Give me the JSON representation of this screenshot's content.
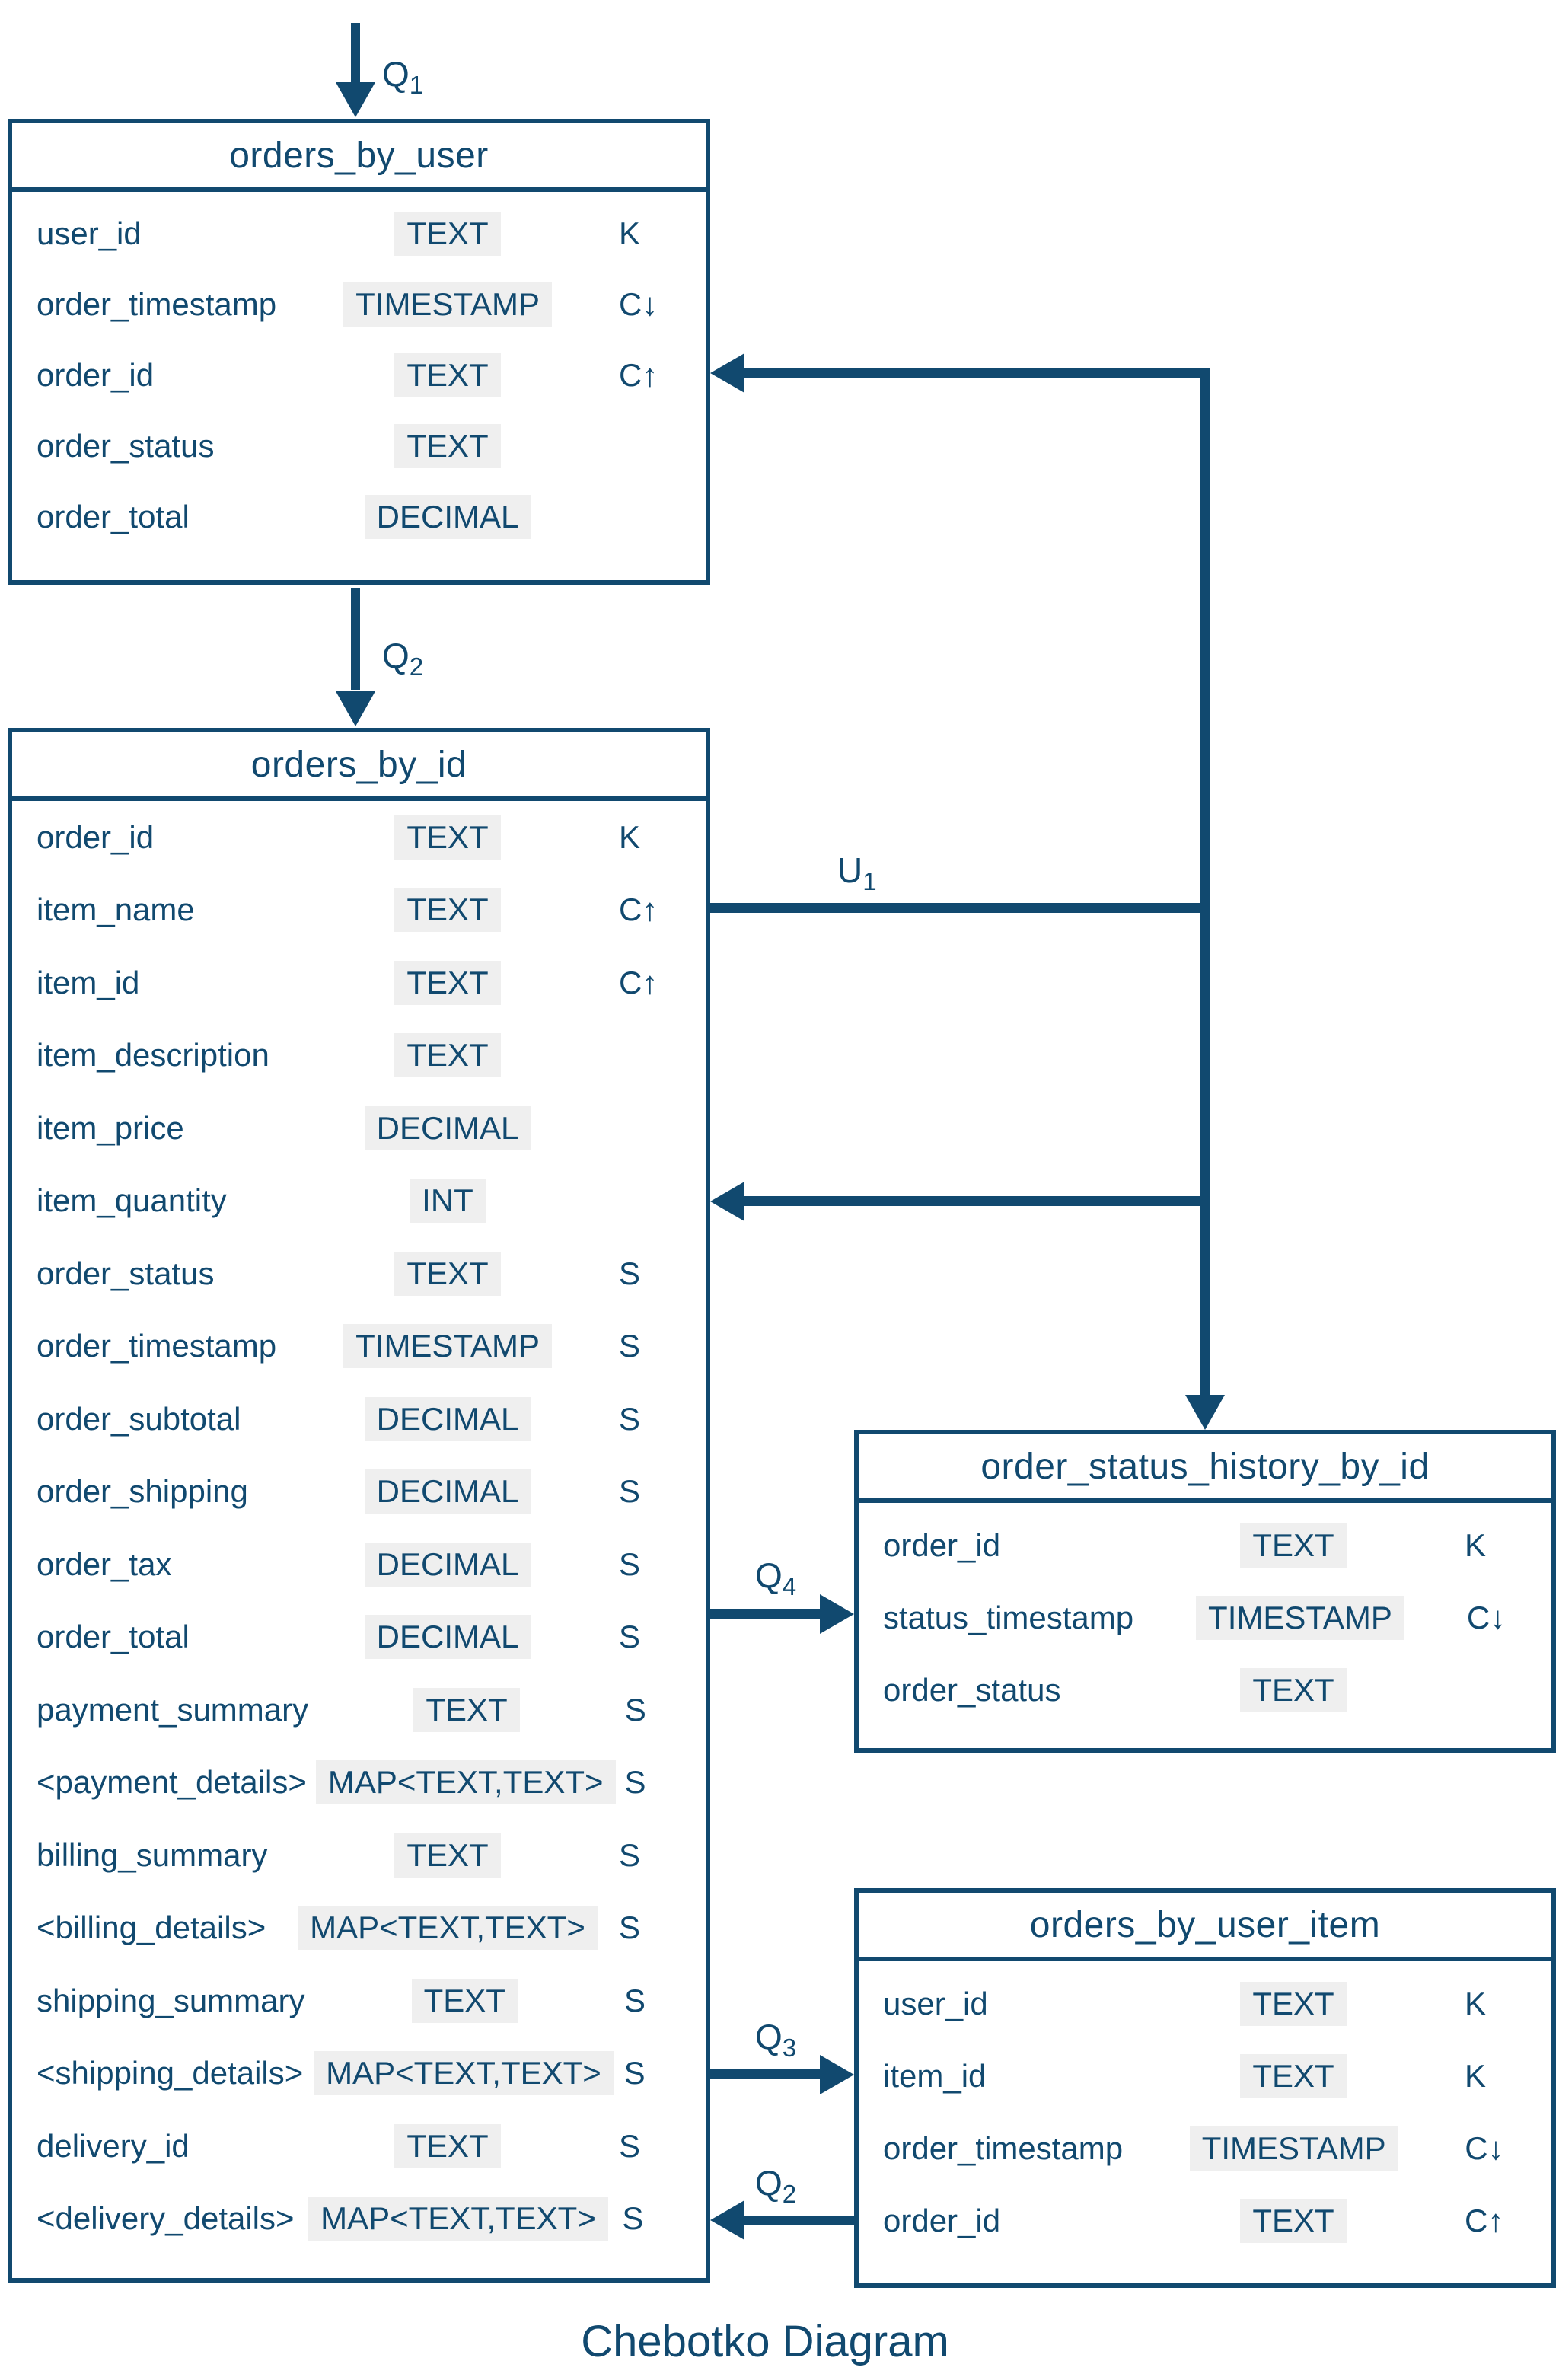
{
  "page": {
    "title": "Chebotko Diagram"
  },
  "colors": {
    "primary": "#11496f",
    "type_badge_bg": "#efefef"
  },
  "tables": [
    {
      "name": "orders_by_user",
      "columns": [
        {
          "name": "user_id",
          "type": "TEXT",
          "key": "K"
        },
        {
          "name": "order_timestamp",
          "type": "TIMESTAMP",
          "key": "C↓"
        },
        {
          "name": "order_id",
          "type": "TEXT",
          "key": "C↑"
        },
        {
          "name": "order_status",
          "type": "TEXT",
          "key": ""
        },
        {
          "name": "order_total",
          "type": "DECIMAL",
          "key": ""
        }
      ]
    },
    {
      "name": "orders_by_id",
      "columns": [
        {
          "name": "order_id",
          "type": "TEXT",
          "key": "K"
        },
        {
          "name": "item_name",
          "type": "TEXT",
          "key": "C↑"
        },
        {
          "name": "item_id",
          "type": "TEXT",
          "key": "C↑"
        },
        {
          "name": "item_description",
          "type": "TEXT",
          "key": ""
        },
        {
          "name": "item_price",
          "type": "DECIMAL",
          "key": ""
        },
        {
          "name": "item_quantity",
          "type": "INT",
          "key": ""
        },
        {
          "name": "order_status",
          "type": "TEXT",
          "key": "S"
        },
        {
          "name": "order_timestamp",
          "type": "TIMESTAMP",
          "key": "S"
        },
        {
          "name": "order_subtotal",
          "type": "DECIMAL",
          "key": "S"
        },
        {
          "name": "order_shipping",
          "type": "DECIMAL",
          "key": "S"
        },
        {
          "name": "order_tax",
          "type": "DECIMAL",
          "key": "S"
        },
        {
          "name": "order_total",
          "type": "DECIMAL",
          "key": "S"
        },
        {
          "name": "payment_summary",
          "type": "TEXT",
          "key": "S"
        },
        {
          "name": "<payment_details>",
          "type": "MAP<TEXT,TEXT>",
          "key": "S"
        },
        {
          "name": "billing_summary",
          "type": "TEXT",
          "key": "S"
        },
        {
          "name": "<billing_details>",
          "type": "MAP<TEXT,TEXT>",
          "key": "S"
        },
        {
          "name": "shipping_summary",
          "type": "TEXT",
          "key": "S"
        },
        {
          "name": "<shipping_details>",
          "type": "MAP<TEXT,TEXT>",
          "key": "S"
        },
        {
          "name": "delivery_id",
          "type": "TEXT",
          "key": "S"
        },
        {
          "name": "<delivery_details>",
          "type": "MAP<TEXT,TEXT>",
          "key": "S"
        }
      ]
    },
    {
      "name": "order_status_history_by_id",
      "columns": [
        {
          "name": "order_id",
          "type": "TEXT",
          "key": "K"
        },
        {
          "name": "status_timestamp",
          "type": "TIMESTAMP",
          "key": "C↓"
        },
        {
          "name": "order_status",
          "type": "TEXT",
          "key": ""
        }
      ]
    },
    {
      "name": "orders_by_user_item",
      "columns": [
        {
          "name": "user_id",
          "type": "TEXT",
          "key": "K"
        },
        {
          "name": "item_id",
          "type": "TEXT",
          "key": "K"
        },
        {
          "name": "order_timestamp",
          "type": "TIMESTAMP",
          "key": "C↓"
        },
        {
          "name": "order_id",
          "type": "TEXT",
          "key": "C↑"
        }
      ]
    }
  ],
  "connectors": [
    {
      "id": "q1",
      "label": "Q",
      "sub": "1"
    },
    {
      "id": "q2-top",
      "label": "Q",
      "sub": "2"
    },
    {
      "id": "u1",
      "label": "U",
      "sub": "1"
    },
    {
      "id": "q4",
      "label": "Q",
      "sub": "4"
    },
    {
      "id": "q3",
      "label": "Q",
      "sub": "3"
    },
    {
      "id": "q2-bottom",
      "label": "Q",
      "sub": "2"
    }
  ]
}
